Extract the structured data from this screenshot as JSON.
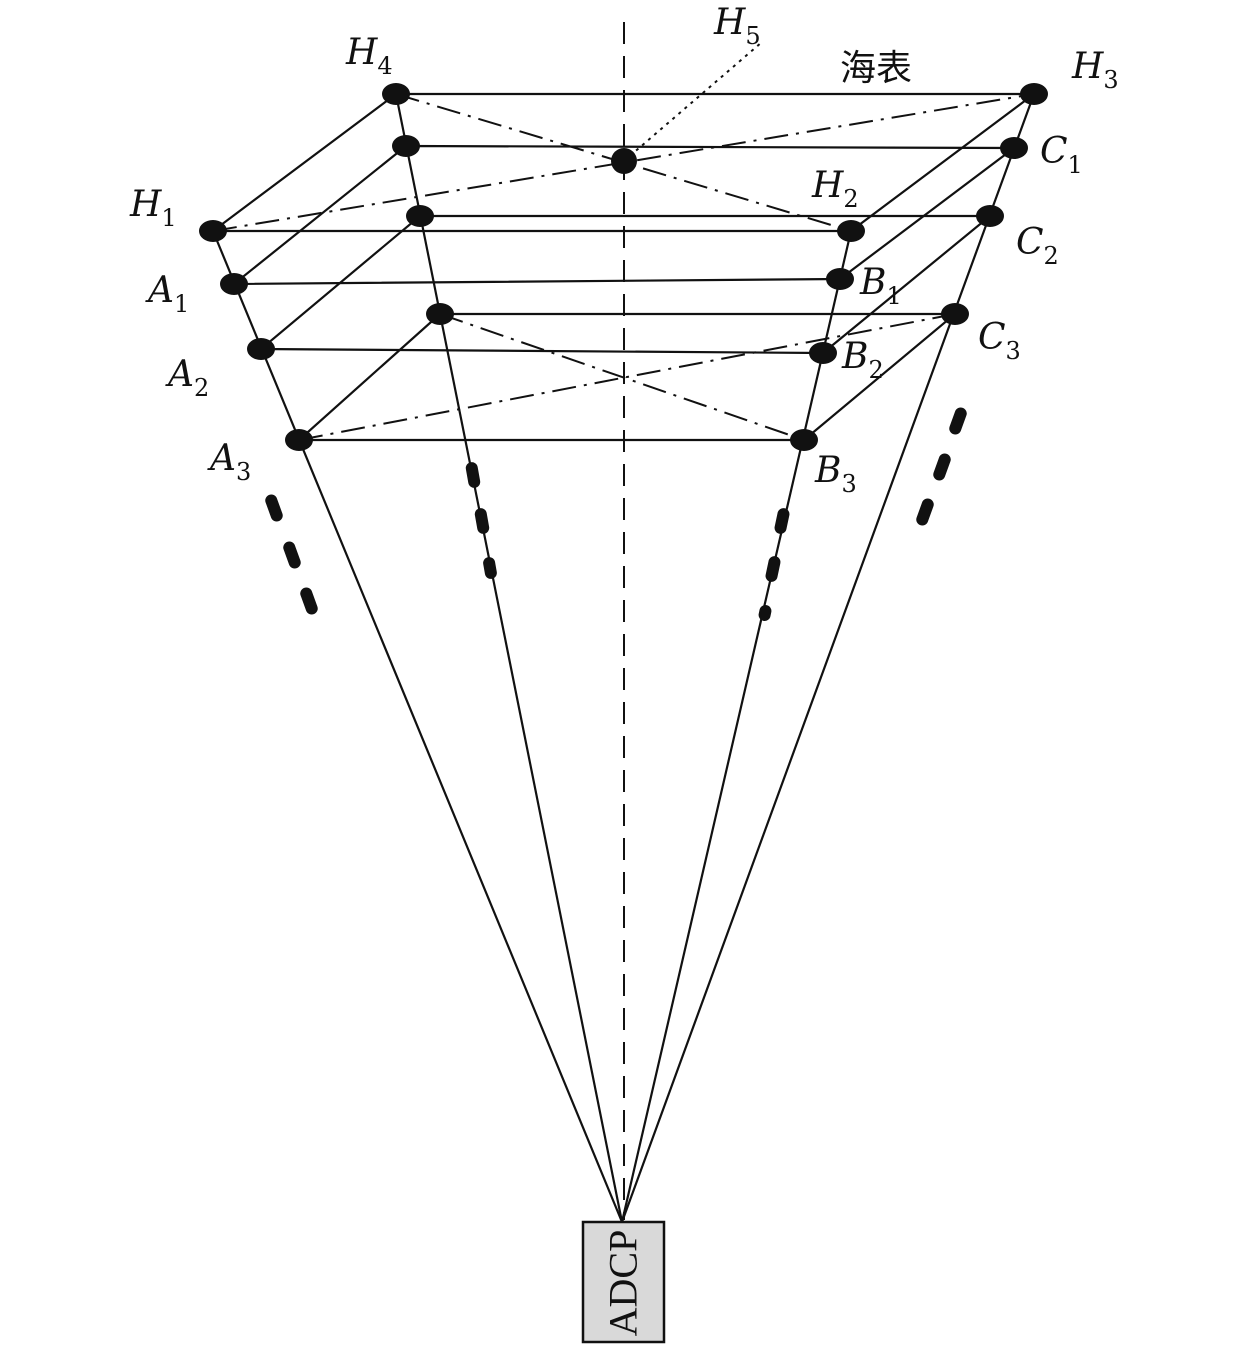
{
  "surface_label": "海表",
  "device_label": "ADCP",
  "points": {
    "H1": {
      "letter": "H",
      "sub": "1"
    },
    "H2": {
      "letter": "H",
      "sub": "2"
    },
    "H3": {
      "letter": "H",
      "sub": "3"
    },
    "H4": {
      "letter": "H",
      "sub": "4"
    },
    "H5": {
      "letter": "H",
      "sub": "5"
    },
    "A1": {
      "letter": "A",
      "sub": "1"
    },
    "A2": {
      "letter": "A",
      "sub": "2"
    },
    "A3": {
      "letter": "A",
      "sub": "3"
    },
    "B1": {
      "letter": "B",
      "sub": "1"
    },
    "B2": {
      "letter": "B",
      "sub": "2"
    },
    "B3": {
      "letter": "B",
      "sub": "3"
    },
    "C1": {
      "letter": "C",
      "sub": "1"
    },
    "C2": {
      "letter": "C",
      "sub": "2"
    },
    "C3": {
      "letter": "C",
      "sub": "3"
    }
  }
}
